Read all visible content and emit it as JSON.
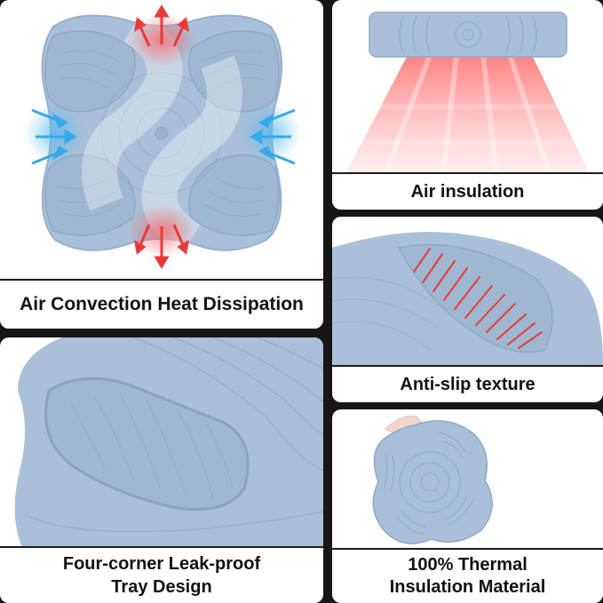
{
  "panels": {
    "convection": {
      "caption": "Air Convection Heat Dissipation"
    },
    "insulation": {
      "caption": "Air insulation"
    },
    "antislip": {
      "caption": "Anti-slip texture"
    },
    "leakproof": {
      "caption_line1": "Four-corner Leak-proof",
      "caption_line2": "Tray Design"
    },
    "thermal": {
      "caption_line1": "100% Thermal",
      "caption_line2": "Insulation Material"
    }
  },
  "colors": {
    "background": "#161616",
    "pad_blue": "#a9c0d8",
    "pad_shadow": "#8fa9c4",
    "heat_red": "#e83a3a",
    "cool_blue": "#38a9e8"
  }
}
